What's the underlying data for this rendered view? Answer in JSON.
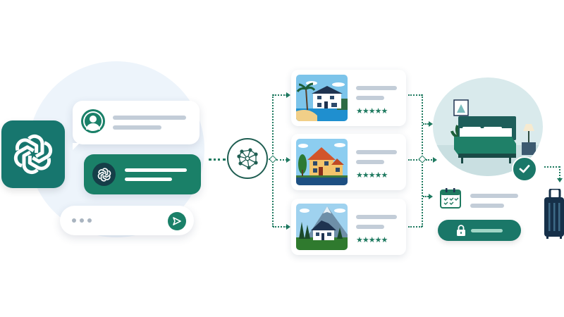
{
  "diagram": {
    "title": "",
    "description": "Chat assistant conversation flows through an AI network hub to property listings, then to a booked room with calendar confirmation and travel",
    "colors": {
      "primary_green": "#1a8068",
      "dark_teal": "#17766e",
      "navy": "#153e48",
      "connector": "#1f7a60",
      "placeholder_gray": "#c3cdd8",
      "bg_circle": "#edf4fb",
      "room_bg": "#d9eaec",
      "suitcase": "#163049"
    },
    "chat_panel": {
      "app_icon": "openai-knot-logo",
      "messages": [
        {
          "role": "user",
          "avatar_icon": "user-icon",
          "lines": 2
        },
        {
          "role": "assistant",
          "avatar_icon": "openai-knot-logo",
          "lines": 2
        }
      ],
      "input": {
        "typing_indicator": "•••",
        "send_icon": "send-arrow-icon"
      }
    },
    "hub": {
      "icon": "network-graph-icon"
    },
    "listings": [
      {
        "scene": "beach-villa",
        "rating_stars": "★★★★★",
        "rating": 5
      },
      {
        "scene": "suburban-house",
        "rating_stars": "★★★★★",
        "rating": 5
      },
      {
        "scene": "mountain-chalet",
        "rating_stars": "★★★★★",
        "rating": 5
      }
    ],
    "outcome": {
      "room": "bedroom-scene",
      "status_icon": "check-icon",
      "calendar_icon": "calendar-check-icon",
      "lock_button_icon": "lock-icon",
      "travel_icon": "suitcase-icon"
    }
  }
}
